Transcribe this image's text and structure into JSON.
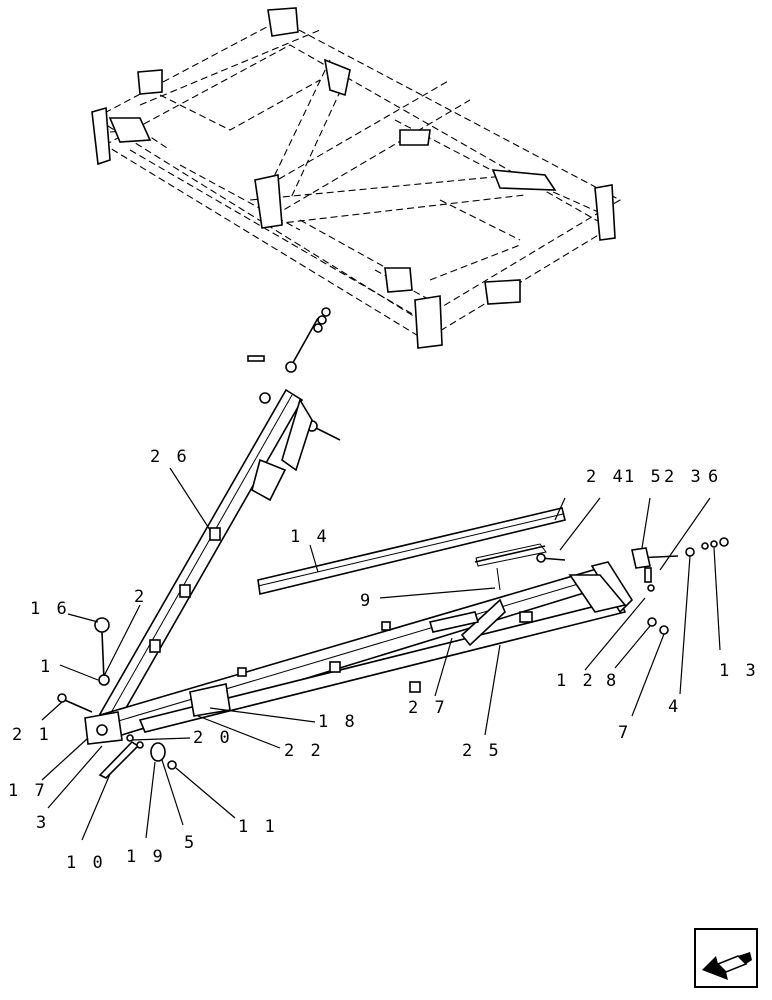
{
  "callouts": [
    {
      "id": "c26",
      "text": "2 6"
    },
    {
      "id": "c24",
      "text": "2 4"
    },
    {
      "id": "c15",
      "text": "1 5"
    },
    {
      "id": "c23",
      "text": "2 3"
    },
    {
      "id": "c6",
      "text": "6"
    },
    {
      "id": "c14",
      "text": "1 4"
    },
    {
      "id": "c16",
      "text": "1 6"
    },
    {
      "id": "c2",
      "text": "2"
    },
    {
      "id": "c9",
      "text": "9"
    },
    {
      "id": "c1",
      "text": "1"
    },
    {
      "id": "c13",
      "text": "1 3"
    },
    {
      "id": "c12",
      "text": "1 2"
    },
    {
      "id": "c8",
      "text": "8"
    },
    {
      "id": "c21",
      "text": "2 1"
    },
    {
      "id": "c18",
      "text": "1 8"
    },
    {
      "id": "c27",
      "text": "2 7"
    },
    {
      "id": "c4",
      "text": "4"
    },
    {
      "id": "c20",
      "text": "2 0"
    },
    {
      "id": "c7",
      "text": "7"
    },
    {
      "id": "c22",
      "text": "2 2"
    },
    {
      "id": "c25",
      "text": "2 5"
    },
    {
      "id": "c17",
      "text": "1 7"
    },
    {
      "id": "c11",
      "text": "1 1"
    },
    {
      "id": "c3",
      "text": "3"
    },
    {
      "id": "c5",
      "text": "5"
    },
    {
      "id": "c19",
      "text": "1 9"
    },
    {
      "id": "c10",
      "text": "1 0"
    }
  ],
  "nav_icon": "arrow-return-icon"
}
